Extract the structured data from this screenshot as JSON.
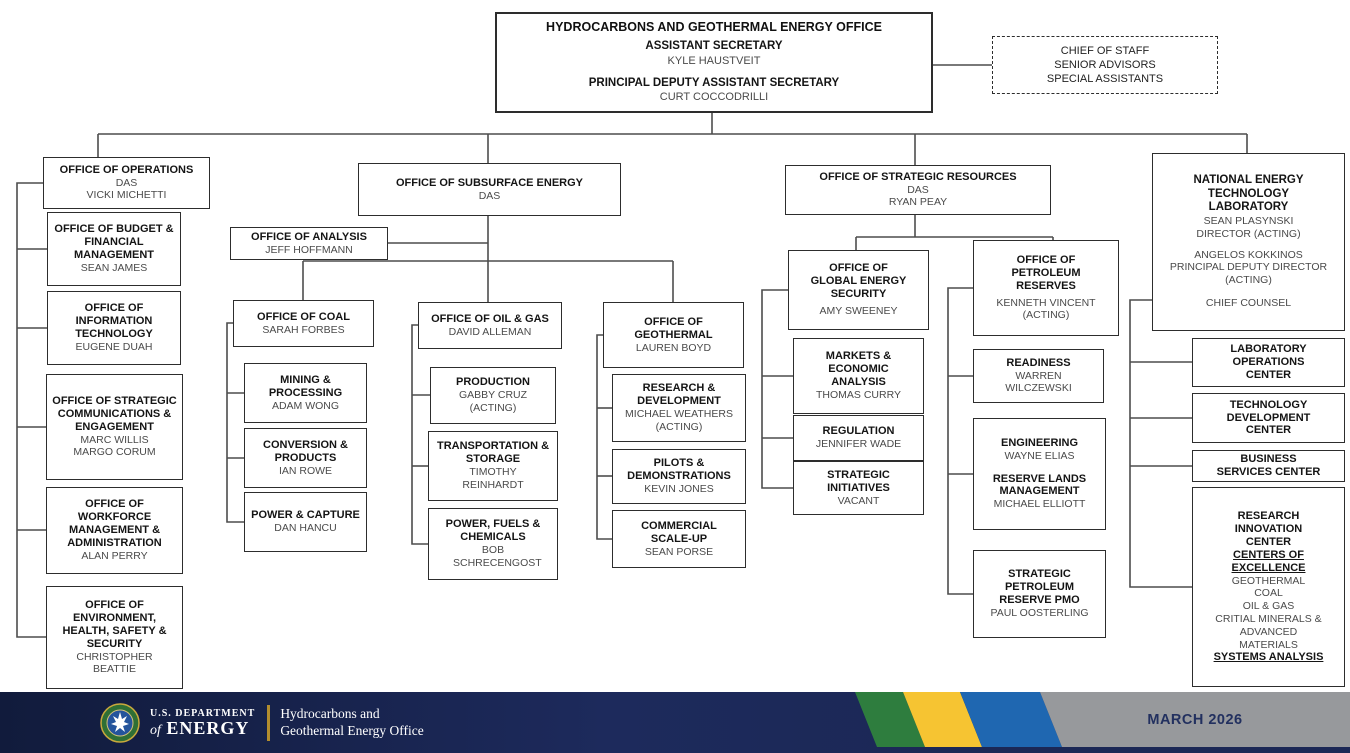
{
  "colors": {
    "navy": "#1d2a5c",
    "green": "#2e7d3e",
    "gold": "#f6c432",
    "blue": "#1f67b1",
    "gray": "#97999c"
  },
  "top": {
    "title": "HYDROCARBONS AND GEOTHERMAL ENERGY OFFICE",
    "role1": "ASSISTANT SECRETARY",
    "name1": "KYLE HAUSTVEIT",
    "role2": "PRINCIPAL DEPUTY ASSISTANT SECRETARY",
    "name2": "CURT COCCODRILLI"
  },
  "staff": {
    "line1": "CHIEF OF STAFF",
    "line2": "SENIOR ADVISORS",
    "line3": "SPECIAL ASSISTANTS"
  },
  "boxes": {
    "operations": {
      "title": "OFFICE OF OPERATIONS",
      "sub": "DAS",
      "name": "VICKI MICHETTI"
    },
    "budget": {
      "title": "OFFICE OF BUDGET & FINANCIAL MANAGEMENT",
      "name": "SEAN JAMES"
    },
    "it": {
      "title": "OFFICE OF INFORMATION TECHNOLOGY",
      "name": "EUGENE DUAH"
    },
    "comms": {
      "title": "OFFICE OF STRATEGIC COMMUNICATIONS & ENGAGEMENT",
      "name1": "MARC WILLIS",
      "name2": "MARGO CORUM"
    },
    "workforce": {
      "title": "OFFICE OF WORKFORCE MANAGEMENT & ADMINISTRATION",
      "name": "ALAN PERRY"
    },
    "environment": {
      "title": "OFFICE OF ENVIRONMENT, HEALTH, SAFETY & SECURITY",
      "name": "CHRISTOPHER BEATTIE"
    },
    "subsurface": {
      "title": "OFFICE OF SUBSURFACE ENERGY",
      "sub": "DAS"
    },
    "analysis": {
      "title": "OFFICE OF ANALYSIS",
      "name": "JEFF HOFFMANN"
    },
    "coal": {
      "title": "OFFICE OF COAL",
      "name": "SARAH FORBES"
    },
    "mining": {
      "title": "MINING & PROCESSING",
      "name": "ADAM WONG"
    },
    "conversion": {
      "title": "CONVERSION & PRODUCTS",
      "name": "IAN ROWE"
    },
    "powercapture": {
      "title": "POWER & CAPTURE",
      "name": "DAN HANCU"
    },
    "oilgas": {
      "title": "OFFICE OF OIL & GAS",
      "name": "DAVID ALLEMAN"
    },
    "production": {
      "title": "PRODUCTION",
      "name": "GABBY CRUZ",
      "note": "(ACTING)"
    },
    "transport": {
      "title": "TRANSPORTATION & STORAGE",
      "name": "TIMOTHY REINHARDT"
    },
    "powerfuels": {
      "title": "POWER, FUELS & CHEMICALS",
      "name": "BOB SCHRECENGOST"
    },
    "geothermal": {
      "title": "OFFICE OF GEOTHERMAL",
      "name": "LAUREN BOYD"
    },
    "rd": {
      "title": "RESEARCH & DEVELOPMENT",
      "name": "MICHAEL WEATHERS",
      "note": "(ACTING)"
    },
    "pilots": {
      "title": "PILOTS & DEMONSTRATIONS",
      "name": "KEVIN JONES"
    },
    "commercial": {
      "title": "COMMERCIAL SCALE-UP",
      "name": "SEAN PORSE"
    },
    "strategic": {
      "title": "OFFICE OF STRATEGIC RESOURCES",
      "sub": "DAS",
      "name": "RYAN PEAY"
    },
    "global": {
      "title": "OFFICE OF GLOBAL ENERGY SECURITY",
      "name": "AMY SWEENEY"
    },
    "markets": {
      "title": "MARKETS & ECONOMIC ANALYSIS",
      "name": "THOMAS CURRY"
    },
    "regulation": {
      "title": "REGULATION",
      "name": "JENNIFER WADE"
    },
    "initiatives": {
      "title": "STRATEGIC INITIATIVES",
      "name": "VACANT"
    },
    "petroleum": {
      "title": "OFFICE OF PETROLEUM RESERVES",
      "name": "KENNETH VINCENT (ACTING)"
    },
    "readiness": {
      "title": "READINESS",
      "name": "WARREN WILCZEWSKI"
    },
    "engineering": {
      "title1": "ENGINEERING",
      "name1": "WAYNE ELIAS",
      "title2": "RESERVE LANDS MANAGEMENT",
      "name2": "MICHAEL ELLIOTT"
    },
    "pmo": {
      "title": "STRATEGIC PETROLEUM RESERVE PMO",
      "name": "PAUL OOSTERLING"
    },
    "netl": {
      "title": "NATIONAL ENERGY TECHNOLOGY LABORATORY",
      "name1": "SEAN PLASYNSKI",
      "role1": "DIRECTOR (ACTING)",
      "name2": "ANGELOS KOKKINOS",
      "role2": "PRINCIPAL DEPUTY DIRECTOR (ACTING)",
      "extra": "CHIEF COUNSEL"
    },
    "labops": {
      "title": "LABORATORY OPERATIONS CENTER"
    },
    "techdev": {
      "title": "TECHNOLOGY DEVELOPMENT CENTER"
    },
    "business": {
      "title": "BUSINESS SERVICES CENTER"
    },
    "research": {
      "title": "RESEARCH INNOVATION CENTER",
      "coe": "CENTERS OF EXCELLENCE",
      "items": [
        "GEOTHERMAL",
        "COAL",
        "OIL & GAS",
        "CRITIAL MINERALS & ADVANCED MATERIALS"
      ],
      "systems": "SYSTEMS ANALYSIS"
    }
  },
  "footer": {
    "dept_line1": "U.S. DEPARTMENT",
    "dept_of": "of",
    "dept_line2": "ENERGY",
    "office_line1": "Hydrocarbons and",
    "office_line2": "Geothermal Energy Office",
    "date": "MARCH 2026"
  }
}
